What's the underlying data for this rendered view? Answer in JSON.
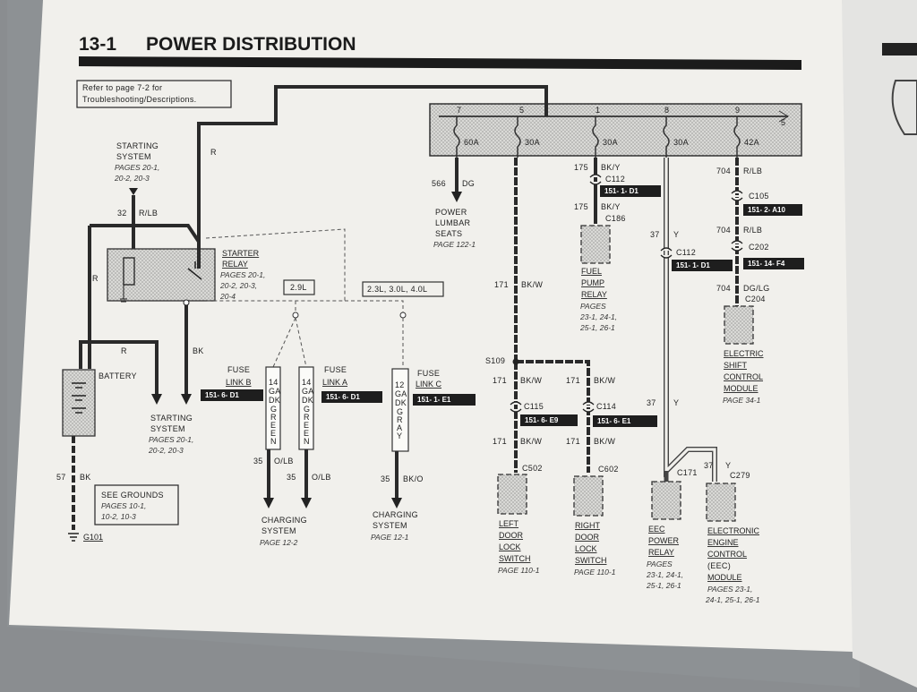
{
  "page": {
    "section_number": "13-1",
    "title": "POWER DISTRIBUTION",
    "refer_note_line1": "Refer to page 7-2 for",
    "refer_note_line2": "Troubleshooting/Descriptions."
  },
  "fuse_box": {
    "pins": [
      "7",
      "5",
      "1",
      "8",
      "9",
      "5"
    ],
    "ratings": [
      "60A",
      "30A",
      "30A",
      "30A",
      "42A"
    ]
  },
  "starter": {
    "starting_system_top": [
      "STARTING",
      "SYSTEM"
    ],
    "starting_system_top_pages": [
      "PAGES 20-1,",
      "20-2, 20-3"
    ],
    "wire_r": "R",
    "circuit_32": "32",
    "wire_r_lb": "R/LB",
    "relay_label": [
      "STARTER",
      "RELAY"
    ],
    "relay_pages": [
      "PAGES 20-1,",
      "20-2, 20-3,",
      "20-4"
    ],
    "wire_r_left": "R",
    "wire_r_battery": "R",
    "wire_bk": "BK",
    "battery_label": "BATTERY",
    "starting_system_bottom": [
      "STARTING",
      "SYSTEM"
    ],
    "starting_system_bottom_pages": [
      "PAGES 20-1,",
      "20-2, 20-3"
    ],
    "circuit_57": "57",
    "wire_bk_ground": "BK",
    "see_grounds": "SEE GROUNDS",
    "grounds_pages": [
      "PAGES 10-1,",
      "10-2, 10-3"
    ],
    "ground_label": "G101"
  },
  "charging": {
    "engine_a": "2.9L",
    "engine_b": "2.3L, 3.0L, 4.0L",
    "fuse_link_b": [
      "FUSE",
      "LINK B"
    ],
    "fuse_link_b_code": "151-  6-  D1",
    "fuse_link_a": [
      "FUSE",
      "LINK A"
    ],
    "fuse_link_a_code": "151-  6-  D1",
    "fuse_link_c": [
      "FUSE",
      "LINK C"
    ],
    "fuse_link_c_code": "151-  1-  E1",
    "link_b_wire": [
      "14",
      "GA",
      "DK",
      "G",
      "R",
      "E",
      "E",
      "N"
    ],
    "link_a_wire": [
      "14",
      "GA",
      "DK",
      "G",
      "R",
      "E",
      "E",
      "N"
    ],
    "link_c_wire": [
      "12",
      "GA",
      "DK",
      "G",
      "R",
      "A",
      "Y"
    ],
    "circuit_35a": "35",
    "wire_o_lb_a": "O/LB",
    "circuit_35b": "35",
    "wire_o_lb_b": "O/LB",
    "circuit_35c": "35",
    "wire_bk_o": "BK/O",
    "charging_left": [
      "CHARGING",
      "SYSTEM"
    ],
    "charging_left_page": "PAGE 12-2",
    "charging_right": [
      "CHARGING",
      "SYSTEM"
    ],
    "charging_right_page": "PAGE 12-1"
  },
  "lumbar": {
    "circuit": "566",
    "wire": "DG",
    "label": [
      "POWER",
      "LUMBAR",
      "SEATS"
    ],
    "page": "PAGE 122-1"
  },
  "door_locks": {
    "circuit_171_main": "171",
    "wire_bk_w_main": "BK/W",
    "splice": "S109",
    "circuit_171_l1": "171",
    "wire_l1": "BK/W",
    "circuit_171_r1": "171",
    "wire_r1": "BK/W",
    "c115": "C115",
    "c115_code": "151-  6-  E9",
    "c114": "C114",
    "c114_code": "151-  6-  E1",
    "circuit_171_l2": "171",
    "wire_l2": "BK/W",
    "circuit_171_r2": "171",
    "wire_r2": "BK/W",
    "c502": "C502",
    "c602": "C602",
    "left_switch": [
      "LEFT",
      "DOOR",
      "LOCK",
      "SWITCH"
    ],
    "left_page": "PAGE 110-1",
    "right_switch": [
      "RIGHT",
      "DOOR",
      "LOCK",
      "SWITCH"
    ],
    "right_page": "PAGE 110-1"
  },
  "fuel_pump": {
    "circuit_175a": "175",
    "wire_a": "BK/Y",
    "c112": "C112",
    "c112_code": "151-  1-  D1",
    "circuit_175b": "175",
    "wire_b": "BK/Y",
    "c186": "C186",
    "label": [
      "FUEL",
      "PUMP",
      "RELAY"
    ],
    "pages": [
      "PAGES",
      "23-1, 24-1,",
      "25-1, 26-1"
    ]
  },
  "eec": {
    "circuit_37a": "37",
    "wire_y_a": "Y",
    "c112": "C112",
    "c112_code": "151-  1-  D1",
    "circuit_37b": "37",
    "wire_y_b": "Y",
    "c171": "C171",
    "circuit_37c": "37",
    "wire_y_c": "Y",
    "c279": "C279",
    "power_relay": [
      "EEC",
      "POWER",
      "RELAY"
    ],
    "power_relay_pages": [
      "PAGES",
      "23-1, 24-1,",
      "25-1, 26-1"
    ],
    "module": [
      "ELECTRONIC",
      "ENGINE",
      "CONTROL",
      "(EEC)",
      "MODULE"
    ],
    "module_pages": [
      "PAGES 23-1,",
      "24-1, 25-1, 26-1"
    ]
  },
  "shift": {
    "circuit_704a": "704",
    "wire_a": "R/LB",
    "c105": "C105",
    "c105_code": "151-  2-  A10",
    "circuit_704b": "704",
    "wire_b": "R/LB",
    "c202": "C202",
    "c202_code": "151-  14-  F4",
    "circuit_704c": "704",
    "wire_c": "DG/LG",
    "c204": "C204",
    "label": [
      "ELECTRIC",
      "SHIFT",
      "CONTROL",
      "MODULE"
    ],
    "page": "PAGE 34-1"
  }
}
